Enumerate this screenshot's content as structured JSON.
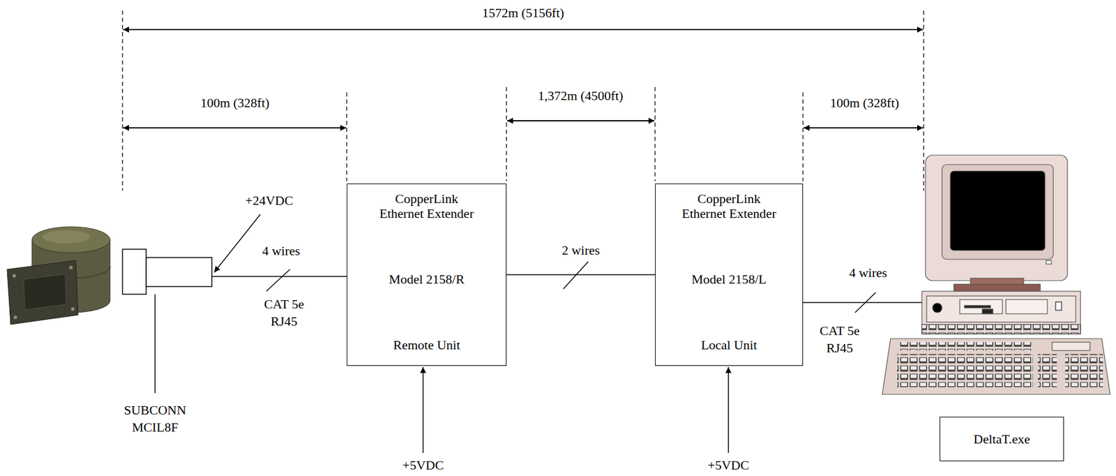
{
  "diagram": {
    "nodes": [
      {
        "text": [
          "CopperLink Ethernet Extender",
          "Model 2158/R",
          "Remote Unit"
        ]
      },
      {
        "text": [
          "CopperLink Ethernet Extender",
          "Model 2158/L",
          "Local Unit"
        ]
      },
      {
        "text": [
          "DeltaT.exe"
        ]
      }
    ],
    "edges": [
      {
        "from": 0,
        "to": 1,
        "arrow": "none",
        "label": "2 wires"
      }
    ],
    "labels": [
      "1572m (5156ft)",
      "100m (328ft)",
      "1,372m (4500ft)",
      "100m (328ft)",
      "+24VDC",
      "4 wires",
      "CAT 5e RJ45",
      "SUBCONN MCIL8F",
      "+5VDC",
      "+5VDC",
      "4 wires",
      "CAT 5e RJ45"
    ]
  }
}
